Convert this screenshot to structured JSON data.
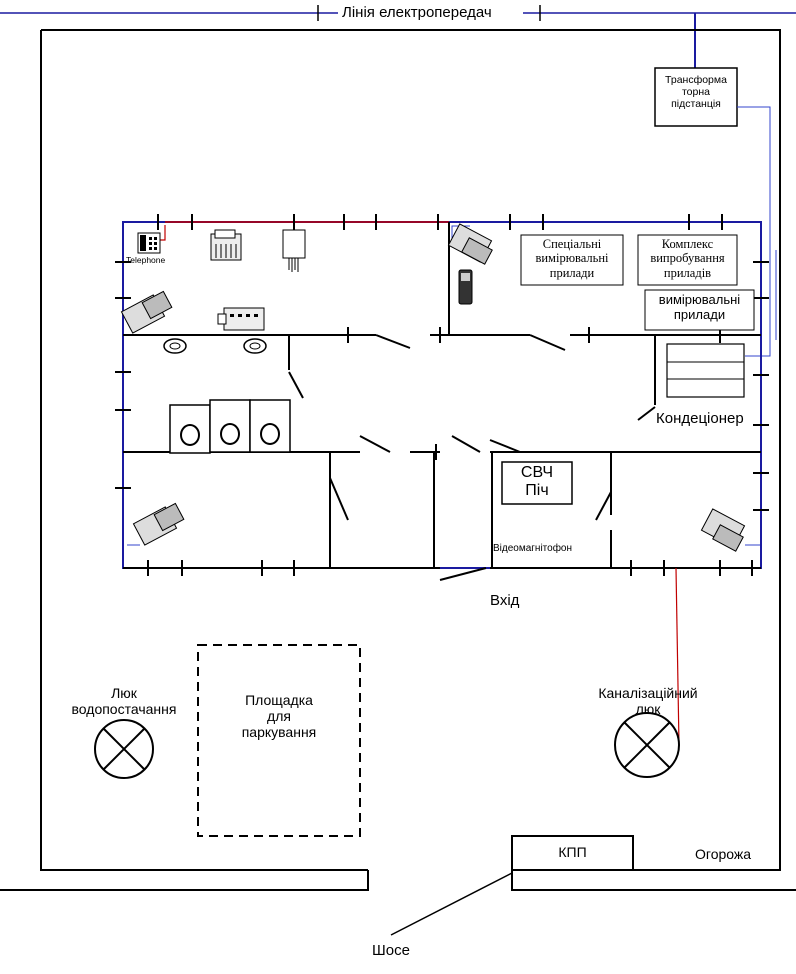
{
  "labels": {
    "power_line": "Лінія електропередач",
    "transformer": [
      "Трансформа",
      "торна",
      "підстанція"
    ],
    "special_instruments": [
      "Спеціальні",
      "вимірювальні",
      "прилади"
    ],
    "test_complex": [
      "Комплекс",
      "випробування",
      "приладів"
    ],
    "measuring_instruments": [
      "вимірювальні",
      "прилади"
    ],
    "telephone": "Telephone",
    "air_conditioner": "Кондеціонер",
    "microwave": [
      "СВЧ",
      "Піч"
    ],
    "vcr": "Відеомагнітофон",
    "entrance": "Вхід",
    "water_hatch": [
      "Люк",
      "водопостачання"
    ],
    "parking": [
      "Площадка",
      "для",
      "паркування"
    ],
    "sewer_hatch": [
      "Каналізаційний",
      "люк"
    ],
    "checkpoint": "КПП",
    "fence": "Огорожа",
    "highway": "Шосе"
  },
  "colors": {
    "wall": "#000000",
    "inner_wall": "#1a1aa0",
    "power_cable": "#c00000",
    "signal_cable": "#3344cc"
  }
}
